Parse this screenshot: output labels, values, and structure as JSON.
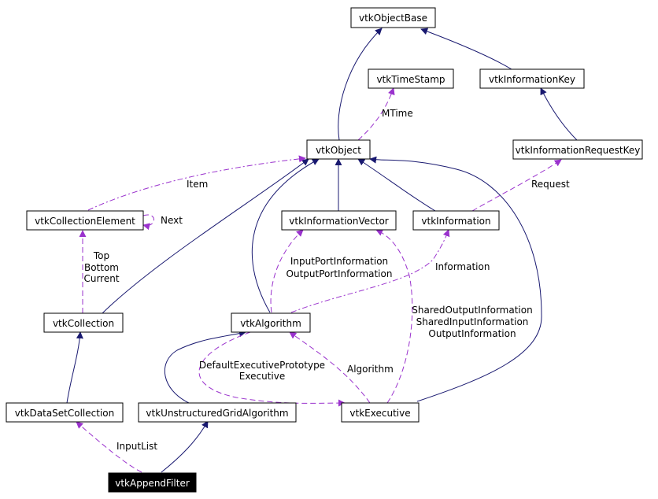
{
  "diagram": {
    "nodes": {
      "vtkObjectBase": "vtkObjectBase",
      "vtkTimeStamp": "vtkTimeStamp",
      "vtkInformationKey": "vtkInformationKey",
      "vtkObject": "vtkObject",
      "vtkInformationRequestKey": "vtkInformationRequestKey",
      "vtkCollectionElement": "vtkCollectionElement",
      "vtkInformationVector": "vtkInformationVector",
      "vtkInformation": "vtkInformation",
      "vtkCollection": "vtkCollection",
      "vtkAlgorithm": "vtkAlgorithm",
      "vtkDataSetCollection": "vtkDataSetCollection",
      "vtkUnstructuredGridAlgorithm": "vtkUnstructuredGridAlgorithm",
      "vtkExecutive": "vtkExecutive",
      "vtkAppendFilter": "vtkAppendFilter"
    },
    "edge_labels": {
      "mtime": "MTime",
      "item": "Item",
      "next": "Next",
      "request": "Request",
      "top": "Top",
      "bottom": "Bottom",
      "current": "Current",
      "input_port_information": "InputPortInformation",
      "output_port_information": "OutputPortInformation",
      "information": "Information",
      "shared_output_information": "SharedOutputInformation",
      "shared_input_information": "SharedInputInformation",
      "output_information": "OutputInformation",
      "default_executive_prototype": "DefaultExecutivePrototype",
      "executive": "Executive",
      "algorithm": "Algorithm",
      "input_list": "InputList"
    },
    "colors": {
      "inheritance": "#191970",
      "usage": "#9a32cd",
      "highlight_fill": "#000000",
      "highlight_text": "#ffffff"
    }
  }
}
